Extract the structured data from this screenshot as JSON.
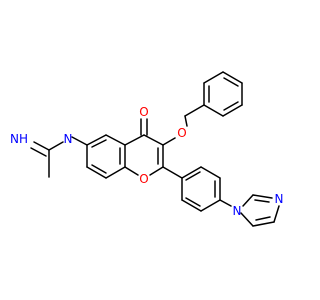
{
  "colors": {
    "background": "#ffffff",
    "bond": "#000000",
    "oxygen": "#ff0000",
    "nitrogen": "#0000ff"
  },
  "atoms": {
    "imine_nh": "NH",
    "imine_n": "N",
    "ketone_o": "O",
    "ether_o": "O",
    "ring_o": "O",
    "imidazole_n1": "N",
    "imidazole_n3": "N"
  }
}
